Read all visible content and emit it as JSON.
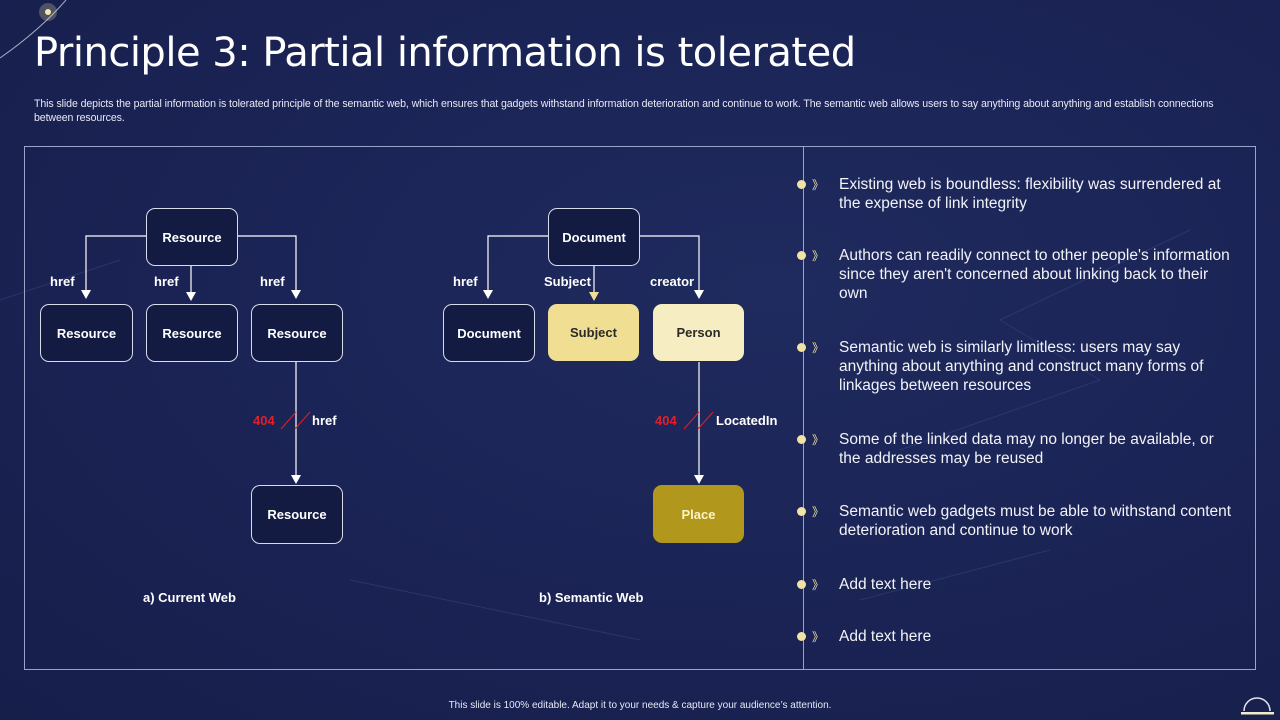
{
  "slide": {
    "title": "Principle 3: Partial information is tolerated",
    "subtitle": "This slide depicts the partial information is tolerated principle of the semantic web, which ensures that gadgets withstand information deterioration and continue to work. The semantic web allows users to say anything about anything and establish connections between resources.",
    "footer": "This slide is 100% editable.  Adapt it to your needs & capture your audience’s attention."
  },
  "colors": {
    "background": "#1a2354",
    "node_border": "#d8dcea",
    "subject_fill": "#f0df92",
    "person_fill": "#f6eec2",
    "place_fill": "#b1981d",
    "error_red": "#e0202b",
    "bullet_accent": "#f1e2a6"
  },
  "current_web": {
    "caption": "a) Current Web",
    "root": "Resource",
    "children": [
      "Resource",
      "Resource",
      "Resource"
    ],
    "edge_labels": [
      "href",
      "href",
      "href"
    ],
    "broken_link": {
      "error": "404",
      "label": "href",
      "target": "Resource"
    }
  },
  "semantic_web": {
    "caption": "b) Semantic Web",
    "root": "Document",
    "children": [
      "Document",
      "Subject",
      "Person"
    ],
    "edge_labels": [
      "href",
      "Subject",
      "creator"
    ],
    "broken_link": {
      "error": "404",
      "label": "LocatedIn",
      "target": "Place"
    }
  },
  "bullets": [
    "Existing web is boundless: flexibility was surrendered at the expense of link integrity",
    "Authors can readily connect to other people's information since they aren't concerned about linking back to their own",
    "Semantic web is similarly limitless: users may say anything about anything and construct many forms of linkages between resources",
    "Some of the linked data may no longer be available, or the addresses may be reused",
    "Semantic web gadgets must be able to withstand content deterioration and continue to work",
    "Add text here",
    "Add text here"
  ],
  "icons": {
    "bullet_marker": "half-moon-dot",
    "bullet_chevron": "》",
    "corner_icon": "home-arc-icon"
  }
}
